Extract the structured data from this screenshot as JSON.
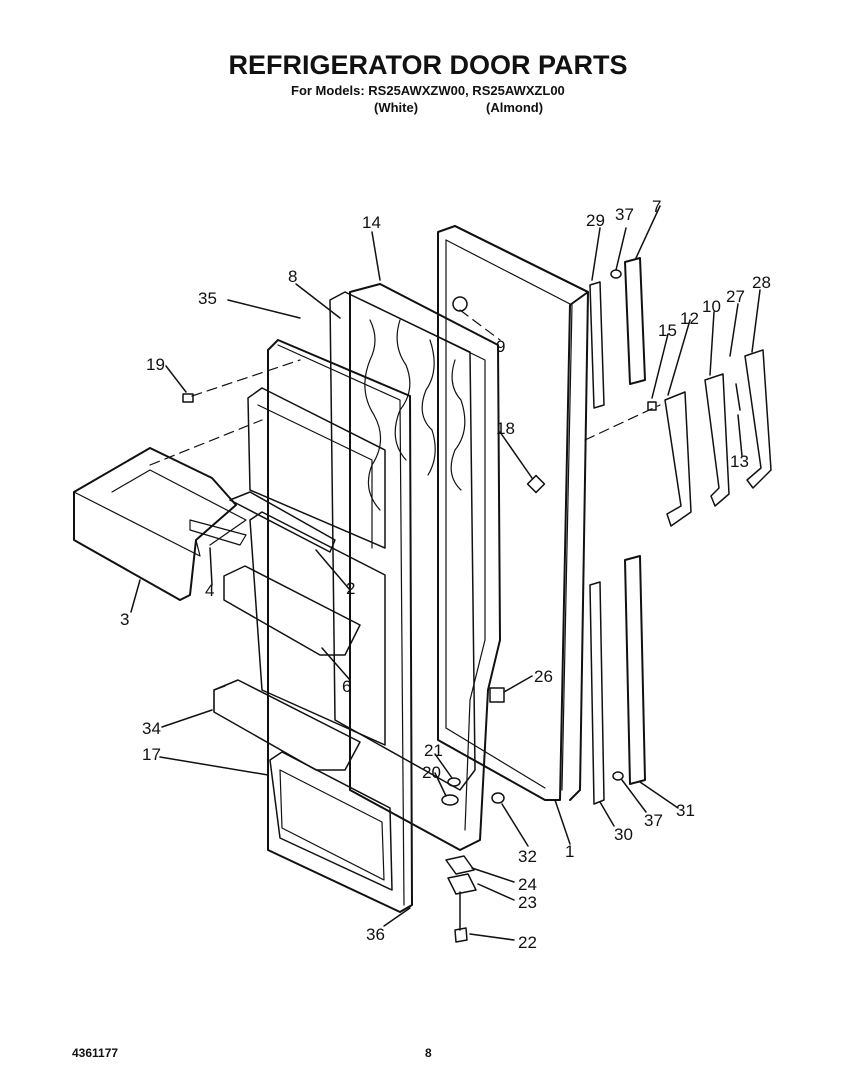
{
  "header": {
    "title": "REFRIGERATOR DOOR PARTS",
    "models_line": "For Models: RS25AWXZW00, RS25AWXZL00",
    "color_white": "(White)",
    "color_almond": "(Almond)"
  },
  "footer": {
    "doc_number": "4361177",
    "page_number": "8"
  },
  "callouts": {
    "c1": "1",
    "c2": "2",
    "c3": "3",
    "c4": "4",
    "c6": "6",
    "c7": "7",
    "c8": "8",
    "c9": "9",
    "c10": "10",
    "c12": "12",
    "c13": "13",
    "c14": "14",
    "c15": "15",
    "c17": "17",
    "c18": "18",
    "c19": "19",
    "c20": "20",
    "c21": "21",
    "c22": "22",
    "c23": "23",
    "c24": "24",
    "c26": "26",
    "c27": "27",
    "c28": "28",
    "c29": "29",
    "c30": "30",
    "c31": "31",
    "c32": "32",
    "c34": "34",
    "c35": "35",
    "c36": "36",
    "c37a": "37",
    "c37b": "37"
  }
}
